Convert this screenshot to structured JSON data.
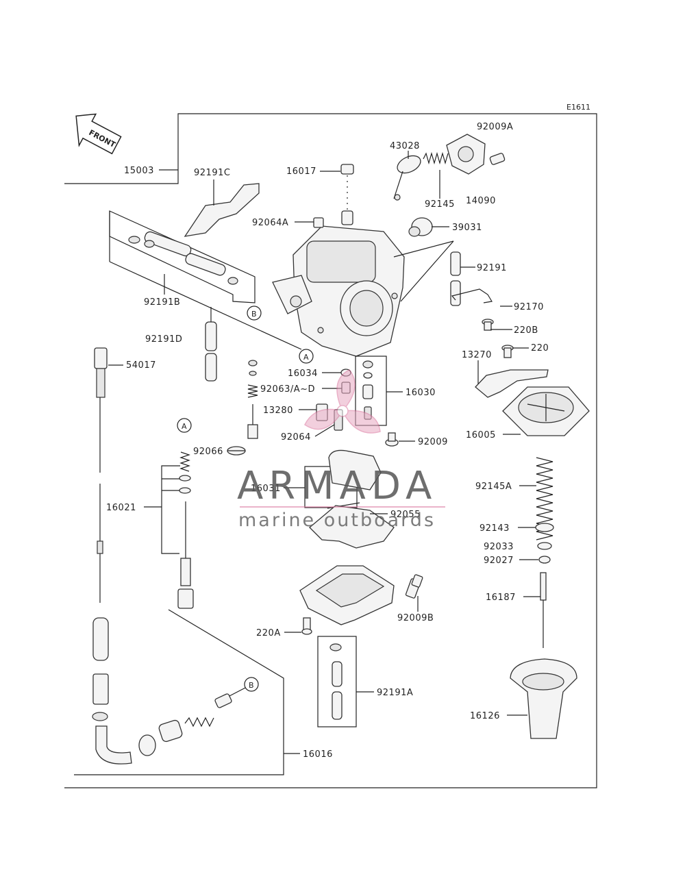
{
  "diagram_code": "E1611",
  "front_label": "FRONT",
  "callout_a": "A",
  "callout_b": "B",
  "watermark": {
    "title": "ARMADA",
    "subtitle": "marine outboards",
    "accent": "#d9709a"
  },
  "parts": {
    "p15003": "15003",
    "p92191C": "92191C",
    "p16017": "16017",
    "p43028": "43028",
    "p92009A": "92009A",
    "p92145": "92145",
    "p14090": "14090",
    "p92064A": "92064A",
    "p39031": "39031",
    "p92191": "92191",
    "p92191B": "92191B",
    "p92170": "92170",
    "p220B": "220B",
    "p220": "220",
    "p92191D": "92191D",
    "p13270": "13270",
    "p54017": "54017",
    "p16034": "16034",
    "p92063": "92063/A~D",
    "p16030": "16030",
    "p13280": "13280",
    "p92064": "92064",
    "p92009": "92009",
    "p16005": "16005",
    "p92066": "92066",
    "p16031": "16031",
    "p92145A": "92145A",
    "p16021": "16021",
    "p92055": "92055",
    "p92143": "92143",
    "p92033": "92033",
    "p92027": "92027",
    "p16187": "16187",
    "p92009B": "92009B",
    "p220A": "220A",
    "p92191A": "92191A",
    "p16126": "16126",
    "p16016": "16016"
  }
}
